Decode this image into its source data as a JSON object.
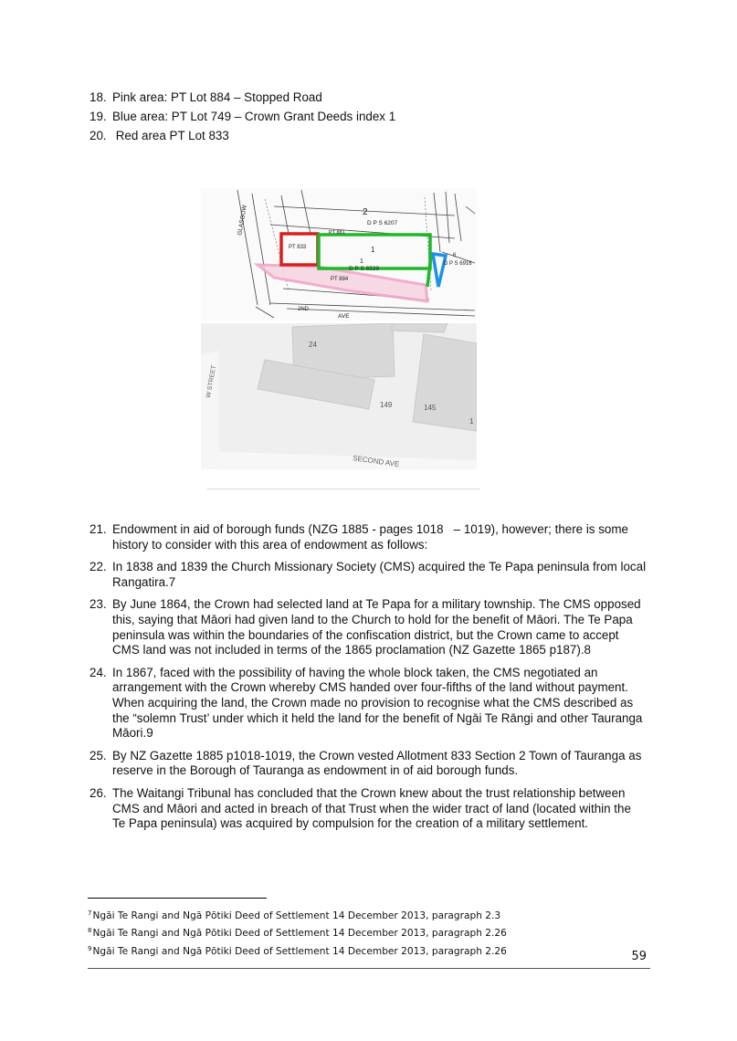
{
  "top_items": [
    {
      "num": "18.",
      "text": "Pink area: PT Lot 884 – Stopped Road"
    },
    {
      "num": "19.",
      "text": "Blue area: PT Lot 749 – Crown Grant Deeds index 1"
    },
    {
      "num": "20.",
      "text": " Red area PT Lot 833"
    }
  ],
  "figure": {
    "plan_labels": {
      "glasgow": "GLASGOW",
      "lot2": "2",
      "dp6207": "D P S 6207",
      "pt881": "PT 881",
      "pt833": "PT 833",
      "lot1a": "1",
      "lot1b": "1",
      "dp6529": "D P S 6529",
      "pt884": "PT 884",
      "lot6": "6",
      "dp6916": "D P S 6916",
      "second": "2ND",
      "avenue": "AVE"
    },
    "map_labels": {
      "building_24": "24",
      "street": "W STREET",
      "building_149": "149",
      "building_145": "145",
      "building_1": "1",
      "second_ave": "SECOND AVE"
    },
    "colors": {
      "pink": "#f0a6c8",
      "blue": "#1e90e8",
      "red": "#d62020",
      "green": "#1fb82a"
    }
  },
  "main_items": [
    {
      "num": "21.",
      "text": "Endowment in aid of borough funds (NZG 1885 - pages 1018   – 1019), however; there is some history to consider with this area of endowment as follows:"
    },
    {
      "num": "22.",
      "text": "In 1838 and 1839 the Church Missionary Society (CMS) acquired the Te Papa peninsula from local Rangatira.7"
    },
    {
      "num": "23.",
      "text": "By June 1864, the Crown had selected land at Te Papa for a military township. The CMS opposed this, saying that Māori had given land to the Church to hold for the benefit of Māori. The Te Papa peninsula was within the boundaries of the confiscation district, but the Crown came to accept CMS land was not included in terms of the 1865 proclamation (NZ Gazette 1865 p187).8"
    },
    {
      "num": "24.",
      "text": "In 1867, faced with the possibility of having the whole block taken, the CMS negotiated an arrangement with the Crown whereby CMS handed over four-fifths of the land without payment. When acquiring the land, the Crown made no provision to recognise what the CMS described as the “solemn Trust’ under which it held the land for the benefit of Ngāi Te Rāngi and other Tauranga Māori.9"
    },
    {
      "num": "25.",
      "text": "By NZ Gazette 1885 p1018-1019, the Crown vested Allotment 833 Section 2 Town of Tauranga as reserve in the Borough of Tauranga as endowment in of aid borough funds."
    },
    {
      "num": "26.",
      "text": "The Waitangi Tribunal has concluded that the Crown knew about the trust relationship between CMS and Māori and acted in breach of that Trust when the wider tract of land (located within the Te Papa peninsula) was acquired by compulsion for the creation of a military settlement."
    }
  ],
  "footnotes": [
    {
      "mark": "7",
      "text": "Ngāi Te Rangi and Ngā Pōtiki Deed of Settlement 14 December 2013, paragraph 2.3"
    },
    {
      "mark": "8",
      "text": "Ngāi Te Rangi and Ngā Pōtiki Deed of Settlement 14 December 2013, paragraph 2.26"
    },
    {
      "mark": "9",
      "text": "Ngāi Te Rangi and Ngā Pōtiki Deed of Settlement 14 December 2013, paragraph 2.26"
    }
  ],
  "page_number": "59"
}
